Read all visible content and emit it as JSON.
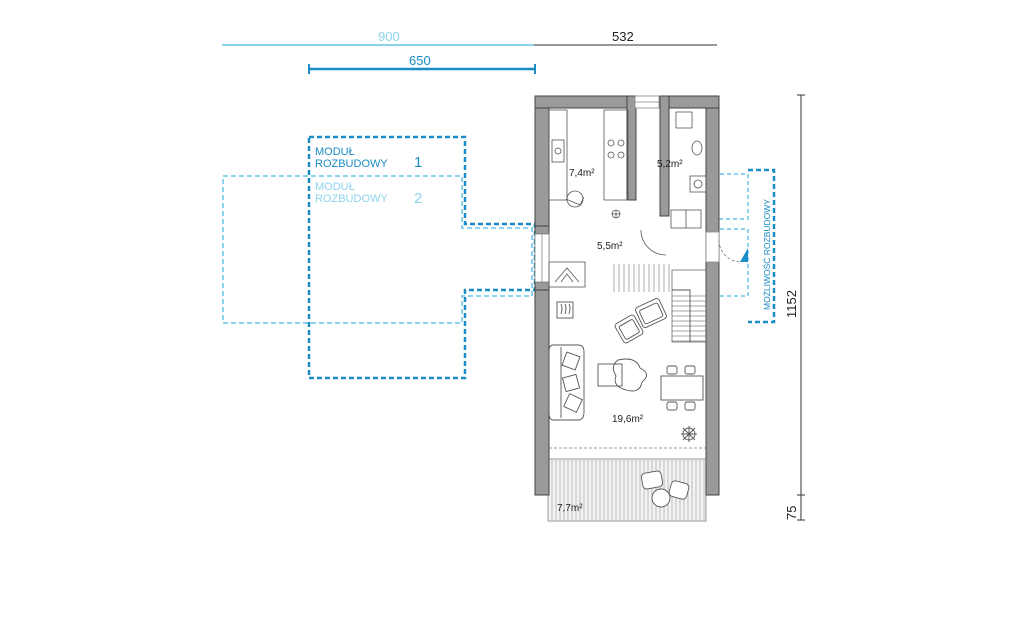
{
  "dimensions": {
    "module_width_2": "900",
    "house_width": "532",
    "module_width_1": "650",
    "house_length": "1152",
    "terrace_depth": "75"
  },
  "modules": {
    "module_1_line1": "MODUŁ",
    "module_1_line2": "ROZBUDOWY",
    "module_1_number": "1",
    "module_2_line1": "MODUŁ",
    "module_2_line2": "ROZBUDOWY",
    "module_2_number": "2",
    "side_expansion": "MOŻLIWOŚĆ ROZBUDOWY"
  },
  "rooms": {
    "kitchen": "7,4m²",
    "bathroom": "5,2m²",
    "hall": "5,5m²",
    "living": "19,6m²",
    "terrace": "7,7m²"
  },
  "colors": {
    "module_1": "#1a8cc6",
    "module_2": "#8dd3ef",
    "wall": "#9a9a9a",
    "wall_outline": "#444444",
    "dim_line": "#333333"
  }
}
